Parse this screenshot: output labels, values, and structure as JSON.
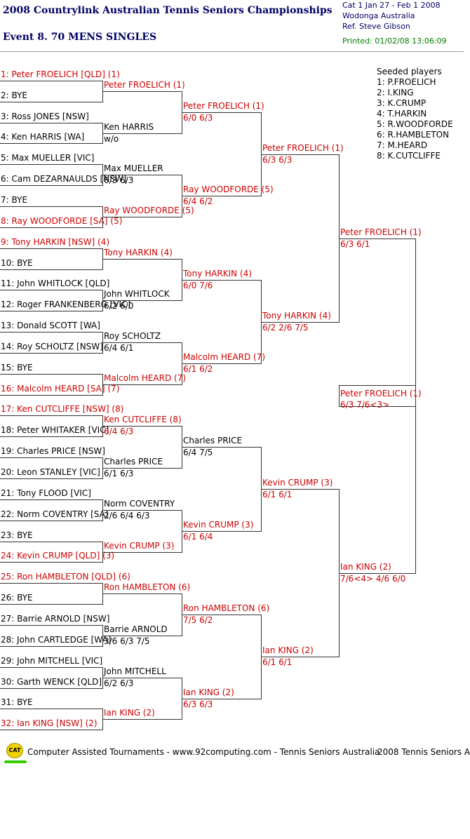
{
  "header": {
    "title": "2008 Countrylink Australian Tennis Seniors Championships",
    "event": "Event 8. 70 MENS SINGLES",
    "category": "Cat 1   Jan 27 - Feb 1 2008",
    "venue": "Wodonga   Australia",
    "referee": "Ref. Steve Gibson",
    "printed": "Printed: 01/02/08 13:06:09"
  },
  "seeded": {
    "title": "Seeded players",
    "list": [
      "1: P.FROELICH",
      "2: I.KING",
      "3: K.CRUMP",
      "4: T.HARKIN",
      "5: R.WOODFORDE",
      "6: R.HAMBLETON",
      "7: M.HEARD",
      "8: K.CUTCLIFFE"
    ]
  },
  "round1": [
    {
      "text": "1: Peter FROELICH [QLD] (1)",
      "seeded": true
    },
    {
      "text": "2: BYE",
      "seeded": false
    },
    {
      "text": "3: Ross JONES [NSW]",
      "seeded": false
    },
    {
      "text": "4: Ken HARRIS [WA]",
      "seeded": false
    },
    {
      "text": "5: Max MUELLER [VIC]",
      "seeded": false
    },
    {
      "text": "6: Cam DEZARNAULDS [NSW]",
      "seeded": false
    },
    {
      "text": "7: BYE",
      "seeded": false
    },
    {
      "text": "8: Ray WOODFORDE [SA] (5)",
      "seeded": true
    },
    {
      "text": "9: Tony HARKIN [NSW] (4)",
      "seeded": true
    },
    {
      "text": "10: BYE",
      "seeded": false
    },
    {
      "text": "11: John WHITLOCK [QLD]",
      "seeded": false
    },
    {
      "text": "12: Roger FRANKENBERG [VIC]",
      "seeded": false
    },
    {
      "text": "13: Donald SCOTT [WA]",
      "seeded": false
    },
    {
      "text": "14: Roy SCHOLTZ [NSW]",
      "seeded": false
    },
    {
      "text": "15: BYE",
      "seeded": false
    },
    {
      "text": "16: Malcolm HEARD [SA] (7)",
      "seeded": true
    },
    {
      "text": "17: Ken CUTCLIFFE [NSW] (8)",
      "seeded": true
    },
    {
      "text": "18: Peter WHITAKER [VIC]",
      "seeded": false
    },
    {
      "text": "19: Charles PRICE [NSW]",
      "seeded": false
    },
    {
      "text": "20: Leon STANLEY [VIC]",
      "seeded": false
    },
    {
      "text": "21: Tony FLOOD [VIC]",
      "seeded": false
    },
    {
      "text": "22: Norm COVENTRY [SA]",
      "seeded": false
    },
    {
      "text": "23: BYE",
      "seeded": false
    },
    {
      "text": "24: Kevin CRUMP [QLD] (3)",
      "seeded": true
    },
    {
      "text": "25: Ron HAMBLETON [QLD] (6)",
      "seeded": true
    },
    {
      "text": "26: BYE",
      "seeded": false
    },
    {
      "text": "27: Barrie ARNOLD [NSW]",
      "seeded": false
    },
    {
      "text": "28: John CARTLEDGE [WA]",
      "seeded": false
    },
    {
      "text": "29: John MITCHELL [VIC]",
      "seeded": false
    },
    {
      "text": "30: Garth WENCK [QLD]",
      "seeded": false
    },
    {
      "text": "31: BYE",
      "seeded": false
    },
    {
      "text": "32: Ian KING [NSW] (2)",
      "seeded": true
    }
  ],
  "round2": [
    {
      "name": "Peter FROELICH (1)",
      "score": "",
      "seeded": true
    },
    {
      "name": "Ken HARRIS",
      "score": "w/o",
      "seeded": false
    },
    {
      "name": "Max MUELLER",
      "score": "6/3 6/3",
      "seeded": false
    },
    {
      "name": "Ray WOODFORDE (5)",
      "score": "",
      "seeded": true
    },
    {
      "name": "Tony HARKIN (4)",
      "score": "",
      "seeded": true
    },
    {
      "name": "John WHITLOCK",
      "score": "6/2 6/0",
      "seeded": false
    },
    {
      "name": "Roy SCHOLTZ",
      "score": "6/4 6/1",
      "seeded": false
    },
    {
      "name": "Malcolm HEARD (7)",
      "score": "",
      "seeded": true
    },
    {
      "name": "Ken CUTCLIFFE (8)",
      "score": "6/4 6/3",
      "seeded": true
    },
    {
      "name": "Charles PRICE",
      "score": "6/1 6/3",
      "seeded": false
    },
    {
      "name": "Norm COVENTRY",
      "score": "2/6 6/4 6/3",
      "seeded": false
    },
    {
      "name": "Kevin CRUMP (3)",
      "score": "",
      "seeded": true
    },
    {
      "name": "Ron HAMBLETON (6)",
      "score": "",
      "seeded": true
    },
    {
      "name": "Barrie ARNOLD",
      "score": "3/6 6/3 7/5",
      "seeded": false
    },
    {
      "name": "John MITCHELL",
      "score": "6/2 6/3",
      "seeded": false
    },
    {
      "name": "Ian KING (2)",
      "score": "",
      "seeded": true
    }
  ],
  "round3": [
    {
      "name": "Peter FROELICH (1)",
      "score": "6/0 6/3",
      "seeded": true
    },
    {
      "name": "Ray WOODFORDE (5)",
      "score": "6/4 6/2",
      "seeded": true
    },
    {
      "name": "Tony HARKIN (4)",
      "score": "6/0 7/6",
      "seeded": true
    },
    {
      "name": "Malcolm HEARD (7)",
      "score": "6/1 6/2",
      "seeded": true
    },
    {
      "name": "Charles PRICE",
      "score": "6/4 7/5",
      "seeded": false
    },
    {
      "name": "Kevin CRUMP (3)",
      "score": "6/1 6/4",
      "seeded": true
    },
    {
      "name": "Ron HAMBLETON (6)",
      "score": "7/5 6/2",
      "seeded": true
    },
    {
      "name": "Ian KING (2)",
      "score": "6/3 6/3",
      "seeded": true
    }
  ],
  "round4": [
    {
      "name": "Peter FROELICH (1)",
      "score": "6/3 6/3",
      "seeded": true
    },
    {
      "name": "Tony HARKIN (4)",
      "score": "6/2 2/6 7/5",
      "seeded": true
    },
    {
      "name": "Kevin CRUMP (3)",
      "score": "6/1 6/1",
      "seeded": true
    },
    {
      "name": "Ian KING (2)",
      "score": "6/1 6/1",
      "seeded": true
    }
  ],
  "round5": [
    {
      "name": "Peter FROELICH (1)",
      "score": "6/3 6/1",
      "seeded": true
    },
    {
      "name": "Ian KING (2)",
      "score": "7/6<4> 4/6 6/0",
      "seeded": true
    }
  ],
  "winner": {
    "name": "Peter FROELICH (1)",
    "score": "6/3 7/6<3>",
    "seeded": true
  },
  "footer": {
    "logo": "CAT",
    "credit": "Computer Assisted Tournaments - www.92computing.com -  Tennis Seniors Australia",
    "right": "2008 Tennis Seniors A"
  }
}
